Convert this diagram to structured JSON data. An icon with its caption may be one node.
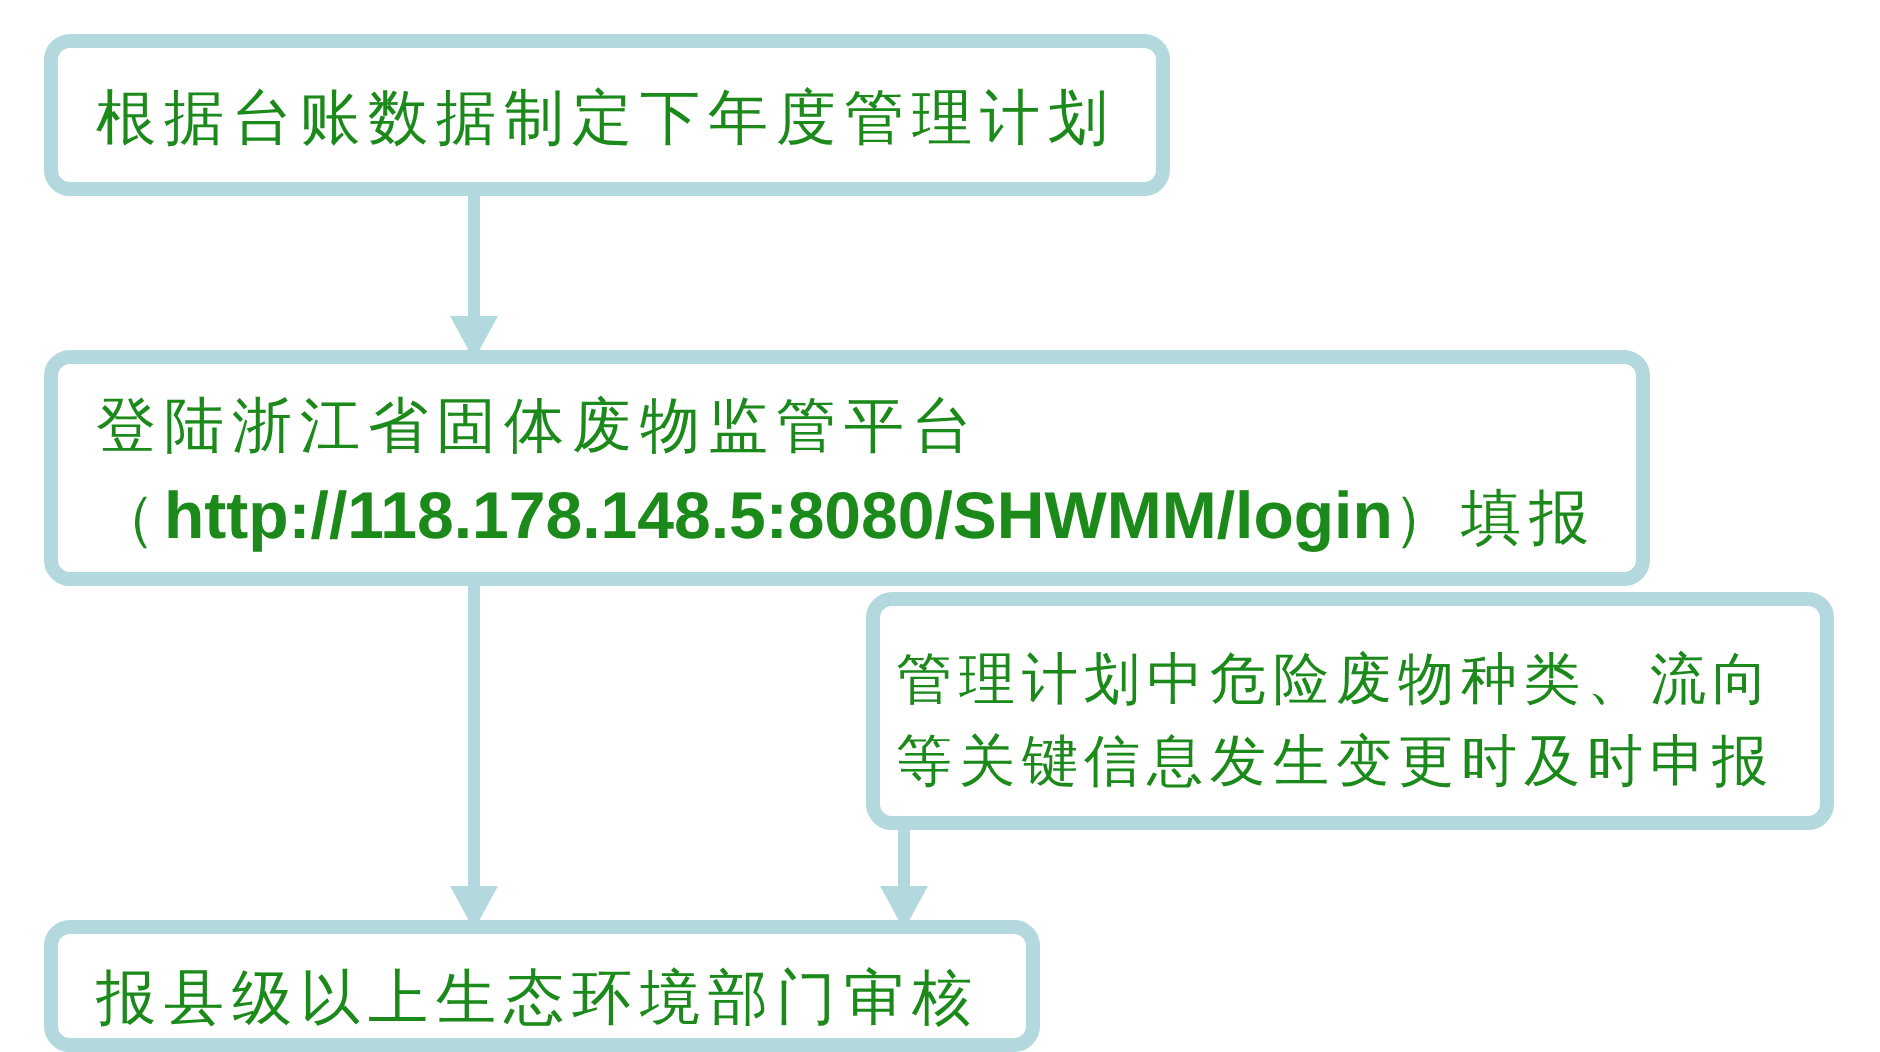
{
  "diagram": {
    "nodes": [
      {
        "text": [
          "根据台账数据制定下年度管理计划"
        ]
      },
      {
        "text": [
          "登陆浙江省固体废物监管平台（**http://118.178.148.5:8080/SHWMM/login**）填报"
        ]
      },
      {
        "text": [
          "管理计划中危险废物种类、流向等关键信息发生变更时及时申报"
        ]
      },
      {
        "text": [
          "报县级以上生态环境部门审核"
        ]
      }
    ],
    "edges": [
      {
        "from": 0,
        "to": 1,
        "arrow": "to"
      },
      {
        "from": 1,
        "to": 3,
        "arrow": "to"
      },
      {
        "from": 2,
        "to": 3,
        "arrow": "to"
      }
    ]
  }
}
